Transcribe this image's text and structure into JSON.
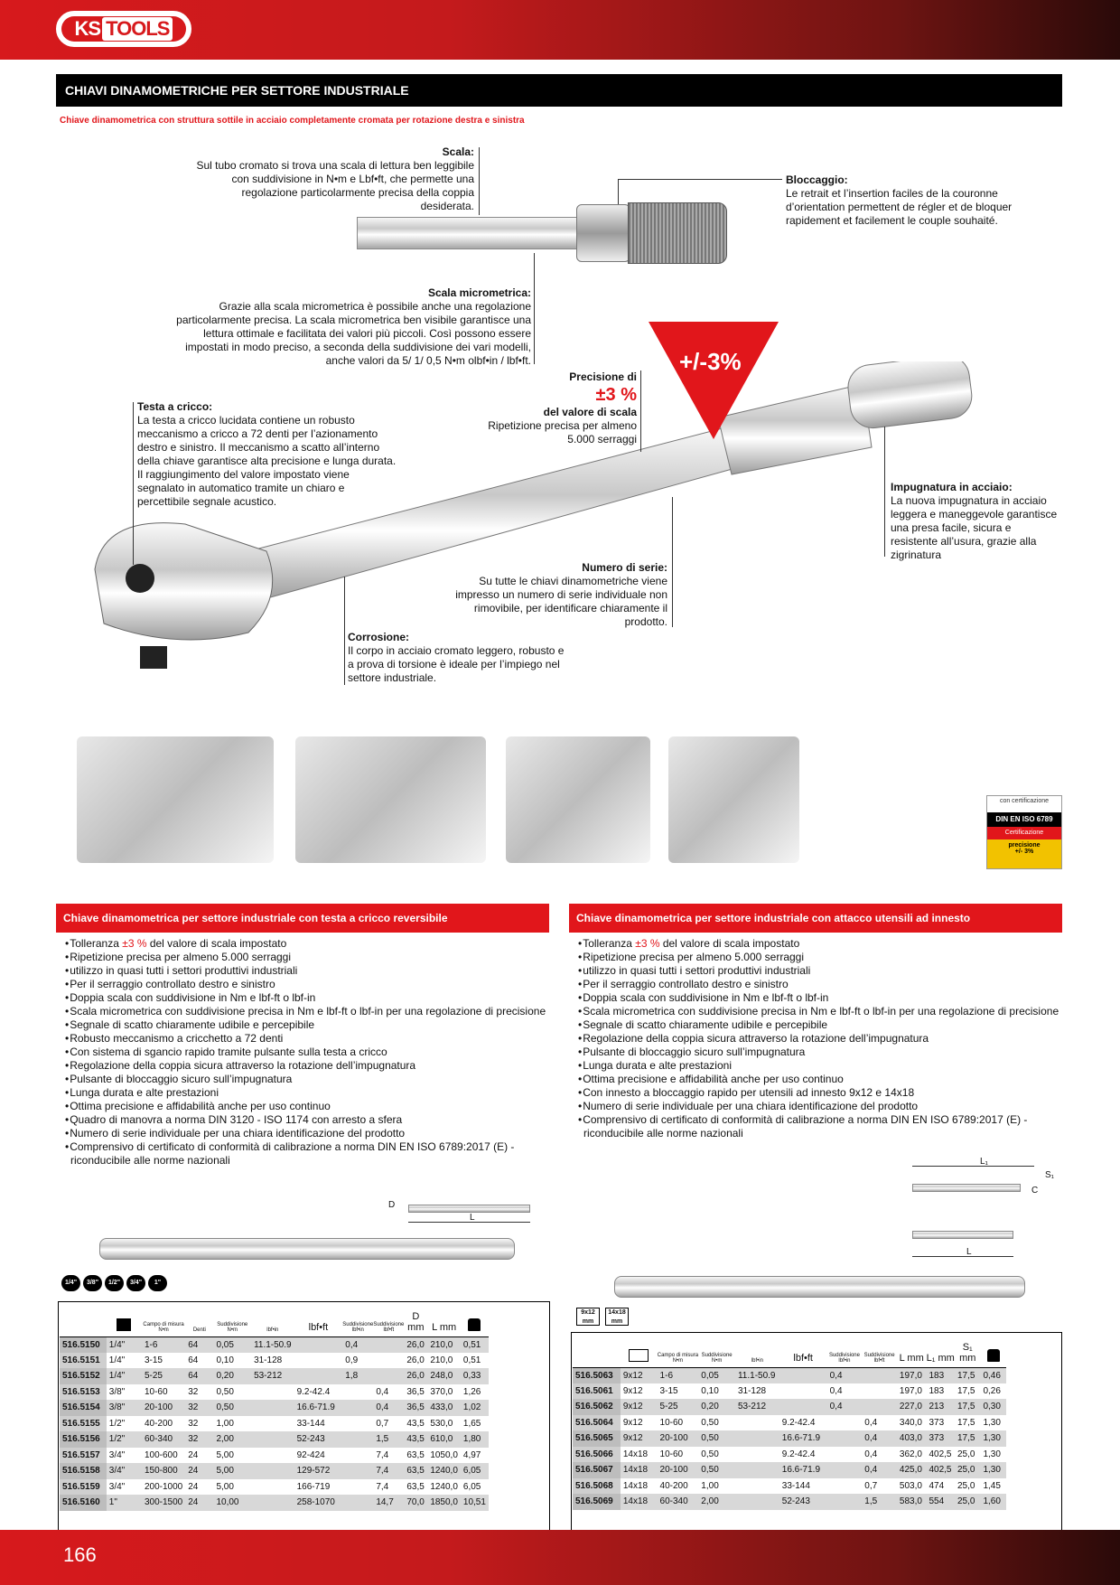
{
  "header": {
    "logo_ks": "KS",
    "logo_tools": "TOOLS"
  },
  "title": "CHIAVI DINAMOMETRICHE PER SETTORE INDUSTRIALE",
  "subtitle": "Chiave dinamometrica con struttura sottile in acciaio completamente cromata per rotazione destra e sinistra",
  "callouts": {
    "scala": {
      "title": "Scala:",
      "text": "Sul tubo cromato si trova una scala di lettura ben leggibile con suddivisione in N•m e Lbf•ft, che permette una regolazione particolarmente precisa della coppia desiderata."
    },
    "bloccaggio": {
      "title": "Bloccaggio:",
      "text": "Le retrait et l’insertion faciles de la couronne d’orientation permettent de régler et de bloquer rapidement et facilement le couple souhaité."
    },
    "micrometrica": {
      "title": "Scala micrometrica:",
      "text": "Grazie alla scala micrometrica è possibile anche una regolazione particolarmente precisa. La scala micrometrica ben visibile garantisce una lettura ottimale e facilitata dei valori più piccoli. Così possono essere impostati in modo preciso, a seconda della suddivisione dei vari modelli, anche valori da 5/ 1/ 0,5 N•m olbf•in / lbf•ft."
    },
    "precisione": {
      "title": "Precisione di",
      "big": "±3 %",
      "title2": "del valore di scala",
      "text": "Ripetizione precisa per almeno 5.000 serraggi"
    },
    "cricco": {
      "title": "Testa a cricco:",
      "text": "La testa a cricco lucidata contiene un robusto meccanismo a cricco a 72 denti per l’azionamento destro e sinistro. Il meccanismo a scatto all’interno della chiave garantisce alta precisione e lunga durata. Il raggiungimento del valore impostato viene segnalato in automatico tramite un chiaro e percettibile segnale acustico."
    },
    "impugnatura": {
      "title": "Impugnatura in acciaio:",
      "text": "La nuova impugnatura in acciaio leggera e maneggevole garantisce una presa facile, sicura e resistente all’usura, grazie alla zigrinatura"
    },
    "serie": {
      "title": "Numero di serie:",
      "text": "Su tutte le chiavi dinamometriche viene impresso un numero di serie individuale non rimovibile, per identificare chiaramente il prodotto."
    },
    "corrosione": {
      "title": "Corrosione:",
      "text": "Il corpo in acciaio cromato leggero, robusto e a prova di torsione è ideale per l’impiego nel settore industriale."
    }
  },
  "badge": "+/-3%",
  "cert": {
    "line1": "con certificazione",
    "line2": "DIN EN ISO 6789",
    "line3": "Certificazione",
    "line4": "precisione",
    "line5": "+/- 3%"
  },
  "left_section": {
    "heading": "Chiave dinamometrica per settore industriale con testa a cricco reversibile",
    "tol_pre": "Tolleranza ",
    "tol_red": "±3 %",
    "tol_post": " del valore di scala impostato",
    "bullets": [
      "Ripetizione precisa per almeno 5.000 serraggi",
      "utilizzo in quasi tutti i settori produttivi industriali",
      "Per il serraggio controllato destro e sinistro",
      "Doppia scala con suddivisione in Nm e lbf-ft o lbf-in",
      "Scala micrometrica con suddivisione precisa in Nm e lbf-ft o lbf-in per una regolazione di precisione",
      "Segnale di scatto chiaramente udibile e percepibile",
      "Robusto meccanismo a cricchetto a 72 denti",
      "Con sistema di sgancio rapido tramite pulsante sulla testa a cricco",
      "Regolazione della coppia sicura attraverso la rotazione dell’impugnatura",
      "Pulsante di bloccaggio sicuro sull’impugnatura",
      "Lunga durata e alte prestazioni",
      "Ottima precisione e affidabilità anche per uso continuo",
      "Quadro di manovra a norma DIN 3120 - ISO 1174 con arresto a sfera",
      "Numero di serie individuale per una chiara identificazione del prodotto",
      "Comprensivo di certificato di conformità di calibrazione a norma DIN EN ISO 6789:2017 (E) - riconducibile alle norme nazionali"
    ],
    "chips": [
      "1/4\"",
      "3/8\"",
      "1/2\"",
      "3/4\"",
      "1\""
    ],
    "dims": {
      "d": "D",
      "l": "L"
    },
    "headers": [
      "Campo di misura N•m",
      "Denti",
      "Suddivisione N•m",
      "lbf•in",
      "lbf•ft",
      "Suddivisione lbf•in",
      "Suddivisione lbf•ft",
      "D mm",
      "L mm"
    ],
    "rows": [
      [
        "516.5150",
        "1/4\"",
        "1-6",
        "64",
        "0,05",
        "11.1-50.9",
        "",
        "0,4",
        "",
        "26,0",
        "210,0",
        "0,51"
      ],
      [
        "516.5151",
        "1/4\"",
        "3-15",
        "64",
        "0,10",
        "31-128",
        "",
        "0,9",
        "",
        "26,0",
        "210,0",
        "0,51"
      ],
      [
        "516.5152",
        "1/4\"",
        "5-25",
        "64",
        "0,20",
        "53-212",
        "",
        "1,8",
        "",
        "26,0",
        "248,0",
        "0,33"
      ],
      [
        "516.5153",
        "3/8\"",
        "10-60",
        "32",
        "0,50",
        "",
        "9.2-42.4",
        "",
        "0,4",
        "36,5",
        "370,0",
        "1,26"
      ],
      [
        "516.5154",
        "3/8\"",
        "20-100",
        "32",
        "0,50",
        "",
        "16.6-71.9",
        "",
        "0,4",
        "36,5",
        "433,0",
        "1,02"
      ],
      [
        "516.5155",
        "1/2\"",
        "40-200",
        "32",
        "1,00",
        "",
        "33-144",
        "",
        "0,7",
        "43,5",
        "530,0",
        "1,65"
      ],
      [
        "516.5156",
        "1/2\"",
        "60-340",
        "32",
        "2,00",
        "",
        "52-243",
        "",
        "1,5",
        "43,5",
        "610,0",
        "1,80"
      ],
      [
        "516.5157",
        "3/4\"",
        "100-600",
        "24",
        "5,00",
        "",
        "92-424",
        "",
        "7,4",
        "63,5",
        "1050,0",
        "4,97"
      ],
      [
        "516.5158",
        "3/4\"",
        "150-800",
        "24",
        "5,00",
        "",
        "129-572",
        "",
        "7,4",
        "63,5",
        "1240,0",
        "6,05"
      ],
      [
        "516.5159",
        "3/4\"",
        "200-1000",
        "24",
        "5,00",
        "",
        "166-719",
        "",
        "7,4",
        "63,5",
        "1240,0",
        "6,05"
      ],
      [
        "516.5160",
        "1\"",
        "300-1500",
        "24",
        "10,00",
        "",
        "258-1070",
        "",
        "14,7",
        "70,0",
        "1850,0",
        "10,51"
      ]
    ]
  },
  "right_section": {
    "heading": "Chiave dinamometrica per settore industriale con attacco  utensili ad innesto",
    "tol_pre": "Tolleranza ",
    "tol_red": "±3 %",
    "tol_post": " del valore di scala impostato",
    "bullets": [
      "Ripetizione precisa per almeno 5.000 serraggi",
      "utilizzo in quasi tutti i settori produttivi industriali",
      "Per il serraggio controllato destro e sinistro",
      "Doppia scala con suddivisione in Nm e lbf-ft o lbf-in",
      "Scala micrometrica con suddivisione precisa in Nm e lbf-ft o lbf-in per una regolazione di precisione",
      "Segnale di scatto chiaramente udibile e percepibile",
      "Regolazione della coppia sicura attraverso la rotazione dell’impugnatura",
      "Pulsante di bloccaggio sicuro sull’impugnatura",
      "Lunga durata e alte prestazioni",
      "Ottima precisione e affidabilità anche per uso continuo",
      "Con innesto a bloccaggio rapido per utensili ad innesto 9x12 e 14x18",
      "Numero di serie individuale per una chiara identificazione del prodotto",
      "Comprensivo di certificato di conformità di calibrazione a norma DIN EN ISO 6789:2017 (E) - riconducibile alle norme nazionali"
    ],
    "squares": [
      "9x12 mm",
      "14x18 mm"
    ],
    "dims": {
      "l1": "L₁",
      "s1": "S₁",
      "c": "C",
      "l": "L"
    },
    "headers": [
      "Campo di misura N•m",
      "Suddivisione N•m",
      "lbf•in",
      "lbf•ft",
      "Suddivisione lbf•in",
      "Suddivisione lbf•ft",
      "L mm",
      "L₁ mm",
      "S₁ mm"
    ],
    "rows": [
      [
        "516.5063",
        "9x12",
        "1-6",
        "0,05",
        "11.1-50.9",
        "",
        "0,4",
        "",
        "197,0",
        "183",
        "17,5",
        "0,46"
      ],
      [
        "516.5061",
        "9x12",
        "3-15",
        "0,10",
        "31-128",
        "",
        "0,4",
        "",
        "197,0",
        "183",
        "17,5",
        "0,26"
      ],
      [
        "516.5062",
        "9x12",
        "5-25",
        "0,20",
        "53-212",
        "",
        "0,4",
        "",
        "227,0",
        "213",
        "17,5",
        "0,30"
      ],
      [
        "516.5064",
        "9x12",
        "10-60",
        "0,50",
        "",
        "9.2-42.4",
        "",
        "0,4",
        "340,0",
        "373",
        "17,5",
        "1,30"
      ],
      [
        "516.5065",
        "9x12",
        "20-100",
        "0,50",
        "",
        "16.6-71.9",
        "",
        "0,4",
        "403,0",
        "373",
        "17,5",
        "1,30"
      ],
      [
        "516.5066",
        "14x18",
        "10-60",
        "0,50",
        "",
        "9.2-42.4",
        "",
        "0,4",
        "362,0",
        "402,5",
        "25,0",
        "1,30"
      ],
      [
        "516.5067",
        "14x18",
        "20-100",
        "0,50",
        "",
        "16.6-71.9",
        "",
        "0,4",
        "425,0",
        "402,5",
        "25,0",
        "1,30"
      ],
      [
        "516.5068",
        "14x18",
        "40-200",
        "1,00",
        "",
        "33-144",
        "",
        "0,7",
        "503,0",
        "474",
        "25,0",
        "1,45"
      ],
      [
        "516.5069",
        "14x18",
        "60-340",
        "2,00",
        "",
        "52-243",
        "",
        "1,5",
        "583,0",
        "554",
        "25,0",
        "1,60"
      ]
    ]
  },
  "page_number": "166"
}
